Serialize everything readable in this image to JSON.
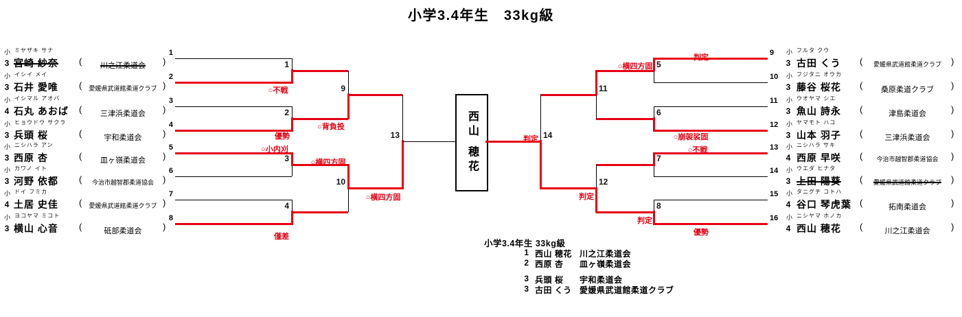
{
  "title": "小学3.4年生　33kg級",
  "colors": {
    "win": "#e60012",
    "line": "#000000"
  },
  "bracket": {
    "left_players": [
      {
        "seed": 1,
        "school": "小",
        "grade": "3",
        "kana": "ミヤザキ サナ",
        "name": "宮崎 紗奈",
        "club": "川之江柔道会",
        "withdrawn": true
      },
      {
        "seed": 2,
        "school": "小",
        "grade": "3",
        "kana": "イシイ メイ",
        "name": "石井 愛唯",
        "club": "愛媛県武道館柔道クラブ",
        "withdrawn": false
      },
      {
        "seed": 3,
        "school": "小",
        "grade": "4",
        "kana": "イシマル アオバ",
        "name": "石丸 あおば",
        "club": "三津浜柔道会",
        "withdrawn": false
      },
      {
        "seed": 4,
        "school": "小",
        "grade": "3",
        "kana": "ヒョウドウ サクラ",
        "name": "兵頭 桜",
        "club": "宇和柔道会",
        "withdrawn": false
      },
      {
        "seed": 5,
        "school": "小",
        "grade": "3",
        "kana": "ニシハラ アン",
        "name": "西原 杏",
        "club": "皿ヶ嶺柔道会",
        "withdrawn": false
      },
      {
        "seed": 6,
        "school": "小",
        "grade": "3",
        "kana": "カワノ イト",
        "name": "河野 依都",
        "club": "今治市越智郡柔道協会",
        "withdrawn": false
      },
      {
        "seed": 7,
        "school": "小",
        "grade": "4",
        "kana": "ドイ フミカ",
        "name": "土居 史佳",
        "club": "愛媛県武道館柔道クラブ",
        "withdrawn": false
      },
      {
        "seed": 8,
        "school": "小",
        "grade": "3",
        "kana": "ヨコヤマ ミコト",
        "name": "横山 心音",
        "club": "砥部柔道会",
        "withdrawn": false
      }
    ],
    "right_players": [
      {
        "seed": 9,
        "school": "小",
        "grade": "3",
        "kana": "フルタ クウ",
        "name": "古田 くう",
        "club": "愛媛県武道館柔道クラブ",
        "withdrawn": false
      },
      {
        "seed": 10,
        "school": "小",
        "grade": "3",
        "kana": "フジタニ オウカ",
        "name": "藤谷 桜花",
        "club": "桑原柔道クラブ",
        "withdrawn": false
      },
      {
        "seed": 11,
        "school": "小",
        "grade": "3",
        "kana": "ウオヤマ シエ",
        "name": "魚山 詩永",
        "club": "津島柔道会",
        "withdrawn": false
      },
      {
        "seed": 12,
        "school": "小",
        "grade": "3",
        "kana": "ヤマモト ハコ",
        "name": "山本 羽子",
        "club": "三津浜柔道会",
        "withdrawn": false
      },
      {
        "seed": 13,
        "school": "小",
        "grade": "4",
        "kana": "ニシハラ サキ",
        "name": "西原 早咲",
        "club": "今治市越智郡柔道協会",
        "withdrawn": false
      },
      {
        "seed": 14,
        "school": "小",
        "grade": "3",
        "kana": "ウエダ ヒナタ",
        "name": "上田 陽葵",
        "club": "愛媛県武道館柔道クラブ",
        "withdrawn": true
      },
      {
        "seed": 15,
        "school": "小",
        "grade": "4",
        "kana": "タニグチ コトハ",
        "name": "谷口 琴虎葉",
        "club": "拓南柔道会",
        "withdrawn": false
      },
      {
        "seed": 16,
        "school": "小",
        "grade": "4",
        "kana": "ニシヤマ ホノカ",
        "name": "西山 穂花",
        "club": "川之江柔道会",
        "withdrawn": false
      }
    ],
    "matches": [
      {
        "id": "1",
        "result": "○不戦",
        "winner": "bottom"
      },
      {
        "id": "2",
        "result": "優勢",
        "winner": "bottom"
      },
      {
        "id": "3",
        "result": "○小内刈",
        "winner": "top"
      },
      {
        "id": "4",
        "result": "僅差",
        "winner": "bottom"
      },
      {
        "id": "5",
        "result": "判定",
        "winner": "top"
      },
      {
        "id": "6",
        "result": "○崩袈裟固",
        "winner": "bottom"
      },
      {
        "id": "7",
        "result": "○不戦",
        "winner": "top"
      },
      {
        "id": "8",
        "result": "優勢",
        "winner": "bottom"
      },
      {
        "id": "9",
        "result": "○背負投",
        "winner": "bottom"
      },
      {
        "id": "10",
        "result": "○横四方固",
        "winner": "top"
      },
      {
        "id": "11",
        "result": "○横四方固",
        "winner": "top"
      },
      {
        "id": "12",
        "result": "判定",
        "winner": "bottom"
      },
      {
        "id": "13",
        "result": "○横四方固",
        "winner": "bottom"
      },
      {
        "id": "14",
        "result": "判定",
        "winner": "bottom"
      },
      {
        "id": "final",
        "result": "判定",
        "winner": "right"
      }
    ]
  },
  "champion": {
    "name": "西山 穂花"
  },
  "standings": {
    "header": "小学3.4年生 33kg級",
    "rows": [
      {
        "rank": "1",
        "name": "西山 穂花",
        "club": "川之江柔道会"
      },
      {
        "rank": "2",
        "name": "西原 杏",
        "club": "皿ヶ嶺柔道会"
      },
      {
        "rank": "3",
        "name": "兵頭 桜",
        "club": "宇和柔道会"
      },
      {
        "rank": "3",
        "name": "古田 くう",
        "club": "愛媛県武道館柔道クラブ"
      }
    ]
  }
}
